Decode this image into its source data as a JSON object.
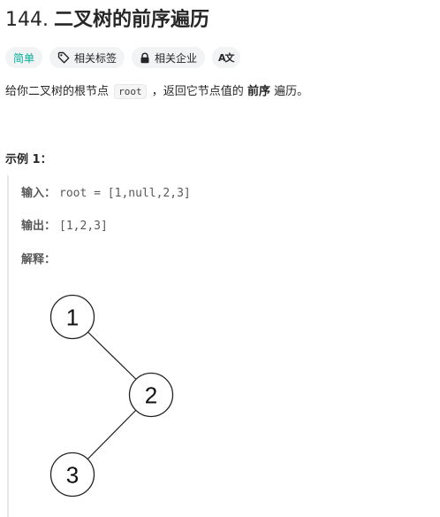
{
  "problem": {
    "number": "144.",
    "name": "二叉树的前序遍历"
  },
  "tags": {
    "difficulty": "简单",
    "related_topics": "相关标签",
    "related_companies": "相关企业",
    "translate": "A文"
  },
  "description": {
    "part1": "给你二叉树的根节点",
    "code": "root",
    "part2": "，返回它节点值的",
    "bold": "前序",
    "part3": "遍历。"
  },
  "example": {
    "title": "示例 1：",
    "input_label": "输入：",
    "input_value": "root = [1,null,2,3]",
    "output_label": "输出：",
    "output_value": "[1,2,3]",
    "explain_label": "解释："
  },
  "tree_nodes": [
    {
      "label": "1"
    },
    {
      "label": "2"
    },
    {
      "label": "3"
    }
  ],
  "colors": {
    "easy": "#00af9b",
    "tag_bg": "#f2f3f5"
  }
}
